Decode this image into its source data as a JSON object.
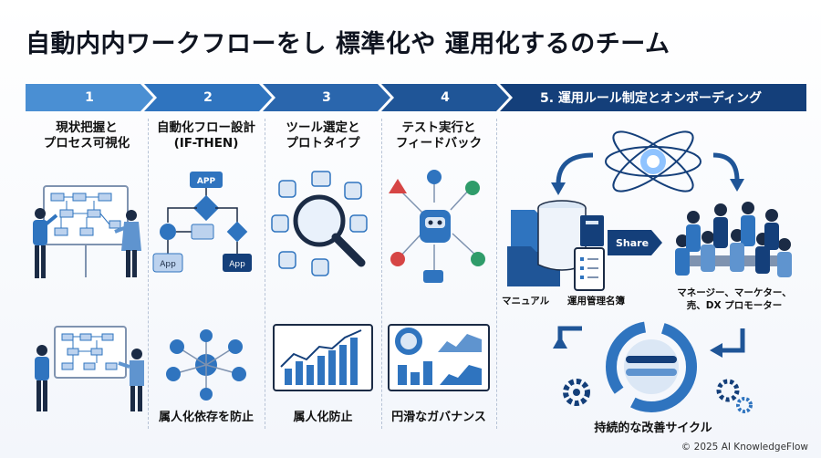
{
  "title": "自動内内ワークフローをし 標準化や 運用化するのチーム",
  "steps": [
    {
      "label": "1",
      "color": "#4a8fd3"
    },
    {
      "label": "2",
      "color": "#2f74bf"
    },
    {
      "label": "3",
      "color": "#2a66ad"
    },
    {
      "label": "4",
      "color": "#1f5597"
    },
    {
      "label": "5. 運用ルール制定とオンボーディング",
      "color": "#143f7a"
    }
  ],
  "columns": [
    {
      "heading_1": "現状把握と",
      "heading_2": "プロセス可視化",
      "caption": ""
    },
    {
      "heading_1": "自動化フロー設計",
      "heading_2": "(IF-THEN)",
      "caption": "属人化依存を防止"
    },
    {
      "heading_1": "ツール選定と",
      "heading_2": "プロトタイプ",
      "caption": "属人化防止"
    },
    {
      "heading_1": "テスト実行と",
      "heading_2": "フィードバック",
      "caption": "円滑なガバナンス"
    }
  ],
  "flow_labels": {
    "app_top": "APP",
    "app_left": "App",
    "app_right": "App"
  },
  "stage5": {
    "share": "Share",
    "manual": "マニュアル",
    "registry": "運用管理名簿",
    "people_1": "マネージー、マーケター、",
    "people_2": "売、DX プロモーター",
    "cycle": "持続的な改善サイクル"
  },
  "footer": "© 2025 AI KnowledgeFlow",
  "colors": {
    "navy": "#143f7a",
    "blue": "#2f74bf",
    "light": "#dbe7f5"
  }
}
